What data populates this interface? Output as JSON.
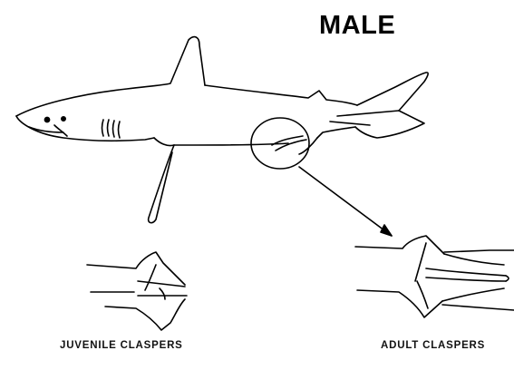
{
  "figure": {
    "title": "MALE",
    "juvenile_caption": "JUVENILE  CLASPERS",
    "adult_caption": "ADULT CLASPERS"
  },
  "colors": {
    "ink": "#000000",
    "paper": "#ffffff"
  }
}
